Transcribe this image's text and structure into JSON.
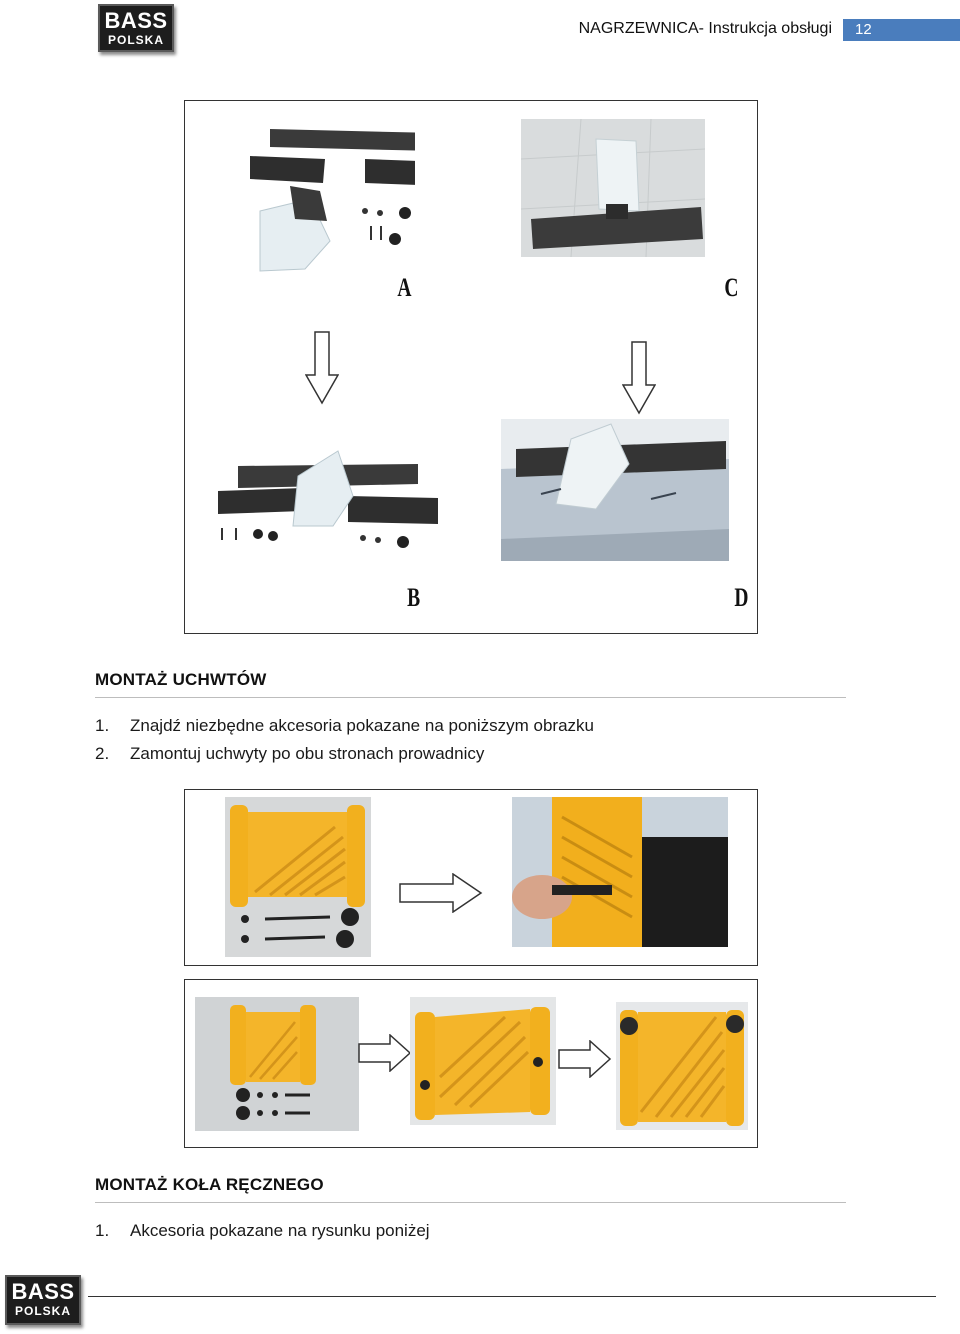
{
  "header": {
    "logo_line1": "BASS",
    "logo_line2": "POLSKA",
    "title": "NAGRZEWNICA- Instrukcja obsługi",
    "page_number": "12",
    "accent_color": "#4a7dbd"
  },
  "figure1": {
    "labels": {
      "a": "A",
      "b": "B",
      "c": "C",
      "d": "D"
    }
  },
  "section1": {
    "title": "MONTAŻ UCHWTÓW",
    "steps": [
      {
        "num": "1.",
        "text": "Znajdź niezbędne akcesoria pokazane na poniższym obrazku"
      },
      {
        "num": "2.",
        "text": "Zamontuj uchwyty po obu stronach prowadnicy"
      }
    ]
  },
  "section2": {
    "title": "MONTAŻ KOŁA RĘCZNEGO",
    "steps": [
      {
        "num": "1.",
        "text": "Akcesoria pokazane na rysunku poniżej"
      }
    ]
  },
  "footer": {
    "logo_line1": "BASS",
    "logo_line2": "POLSKA"
  }
}
